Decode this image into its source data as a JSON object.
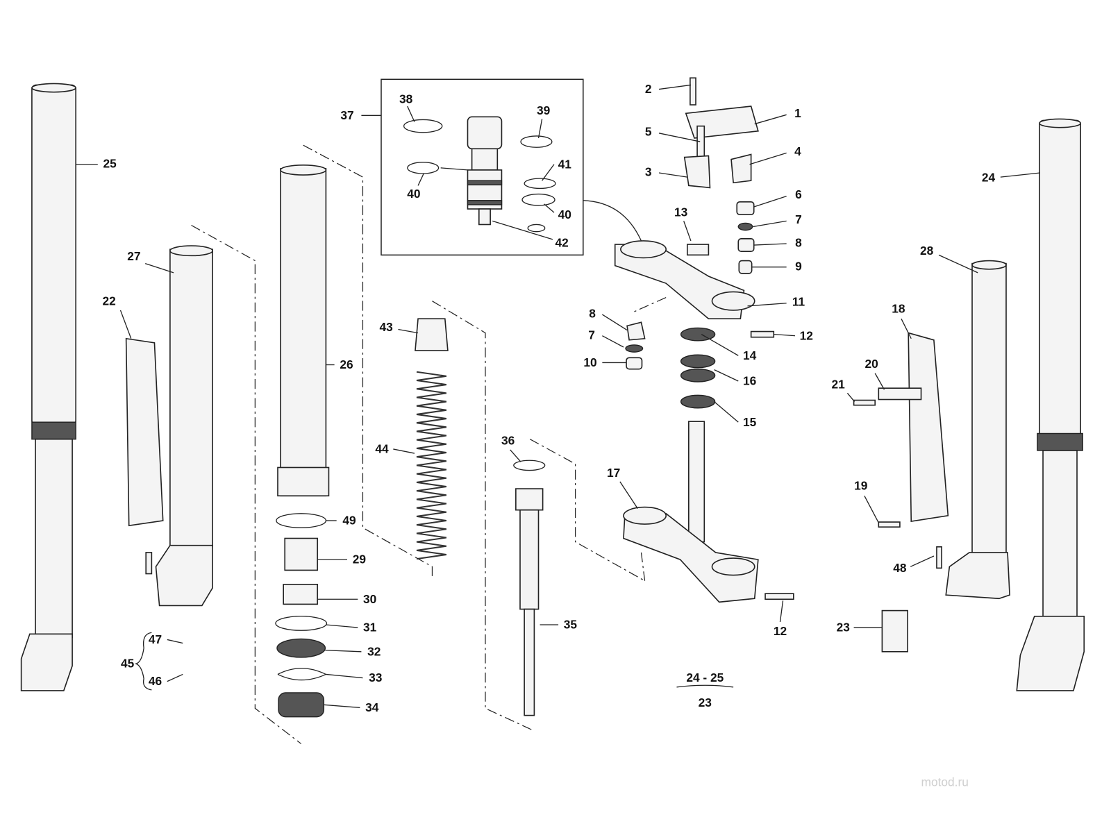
{
  "watermark": "motod.ru",
  "inset_box_label": "37",
  "labels": {
    "l1": "1",
    "l2": "2",
    "l3": "3",
    "l4": "4",
    "l5": "5",
    "l6": "6",
    "l7a": "7",
    "l7b": "7",
    "l8a": "8",
    "l8b": "8",
    "l9": "9",
    "l10": "10",
    "l11": "11",
    "l12a": "12",
    "l12b": "12",
    "l13": "13",
    "l14": "14",
    "l15": "15",
    "l16": "16",
    "l17": "17",
    "l18": "18",
    "l19": "19",
    "l20": "20",
    "l21": "21",
    "l22": "22",
    "l23": "23",
    "l24": "24",
    "l25": "25",
    "l26": "26",
    "l27": "27",
    "l28": "28",
    "l29": "29",
    "l30": "30",
    "l31": "31",
    "l32": "32",
    "l33": "33",
    "l34": "34",
    "l35": "35",
    "l36": "36",
    "l38": "38",
    "l39": "39",
    "l40a": "40",
    "l40b": "40",
    "l41": "41",
    "l42": "42",
    "l43": "43",
    "l44": "44",
    "l45": "45",
    "l46": "46",
    "l47": "47",
    "l48": "48",
    "l49": "49"
  },
  "note": {
    "top": "24 - 25",
    "bottom": "23"
  }
}
